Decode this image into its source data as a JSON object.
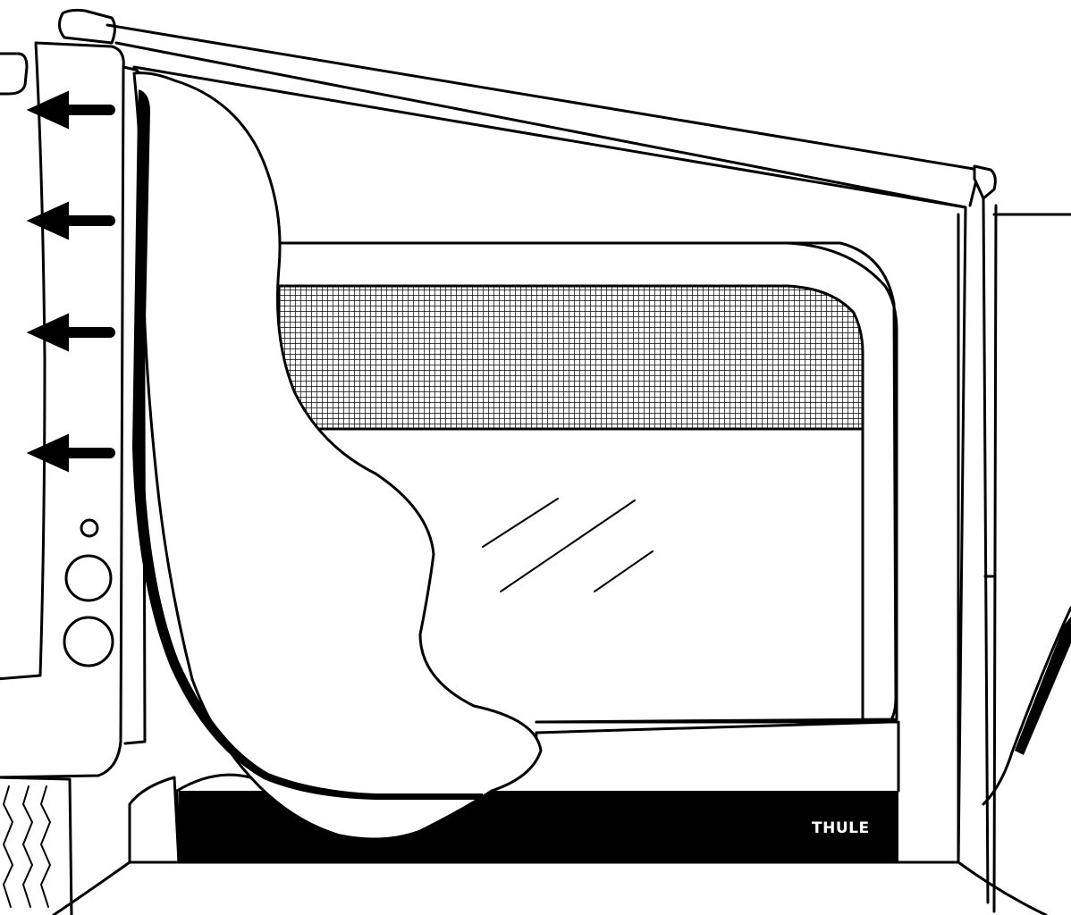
{
  "brand": {
    "logo_text": "THULE"
  },
  "illustration": {
    "arrows_pointing": "left",
    "arrow_count": 4
  },
  "colors": {
    "line": "#000000",
    "background": "#ffffff"
  }
}
